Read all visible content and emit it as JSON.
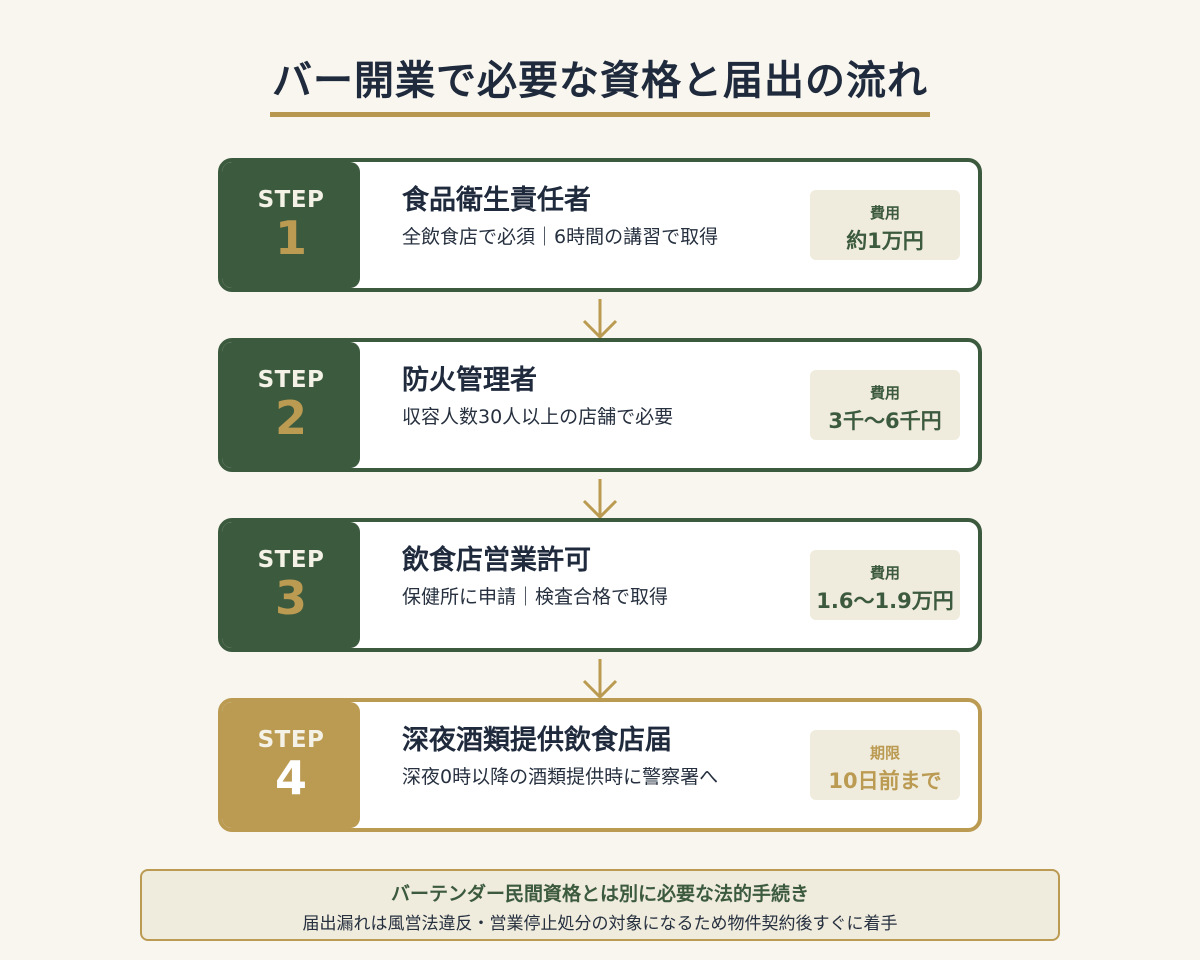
{
  "title": "バー開業で必要な資格と届出の流れ",
  "colors": {
    "green": "#3c5a3e",
    "gold": "#bb9a52",
    "navy": "#1f2a3c",
    "background": "#f8f6ef",
    "badge_bg": "#efebdd"
  },
  "steps": [
    {
      "label": "STEP",
      "number": "1",
      "heading": "食品衛生責任者",
      "description": "全飲食店で必須｜6時間の講習で取得",
      "badge_label": "費用",
      "badge_value": "約1万円",
      "theme": "green"
    },
    {
      "label": "STEP",
      "number": "2",
      "heading": "防火管理者",
      "description": "収容人数30人以上の店舗で必要",
      "badge_label": "費用",
      "badge_value": "3千〜6千円",
      "theme": "green"
    },
    {
      "label": "STEP",
      "number": "3",
      "heading": "飲食店営業許可",
      "description": "保健所に申請｜検査合格で取得",
      "badge_label": "費用",
      "badge_value": "1.6〜1.9万円",
      "theme": "green"
    },
    {
      "label": "STEP",
      "number": "4",
      "heading": "深夜酒類提供飲食店届",
      "description": "深夜0時以降の酒類提供時に警察署へ",
      "badge_label": "期限",
      "badge_value": "10日前まで",
      "theme": "gold"
    }
  ],
  "note": {
    "title": "バーテンダー民間資格とは別に必要な法的手続き",
    "text": "届出漏れは風営法違反・営業停止処分の対象になるため物件契約後すぐに着手"
  }
}
